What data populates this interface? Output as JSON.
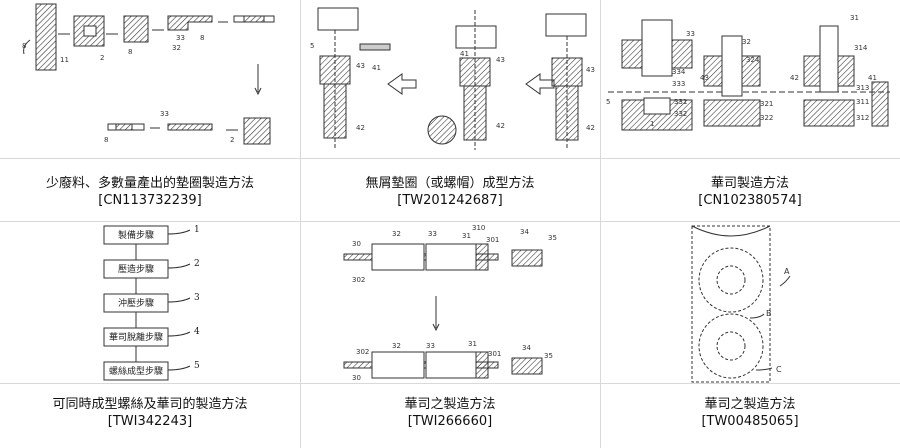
{
  "panels": [
    {
      "title": "少廢料、多數量產出的墊圈製造方法",
      "code": "[CN113732239]"
    },
    {
      "title": "無屑墊圈（或螺帽）成型方法",
      "code": "[TW201242687]"
    },
    {
      "title": "華司製造方法",
      "code": "[CN102380574]"
    },
    {
      "title": "可同時成型螺絲及華司的製造方法",
      "code": "[TWI342243]"
    },
    {
      "title": "華司之製造方法",
      "code": "[TWI266660]"
    },
    {
      "title": "華司之製造方法",
      "code": "[TW00485065]"
    }
  ],
  "flowchart": {
    "steps": [
      "製備步驟",
      "壓造步驟",
      "沖壓步驟",
      "華司脫離步驟",
      "螺絲成型步驟"
    ],
    "numbers": [
      "1",
      "2",
      "3",
      "4",
      "5"
    ]
  },
  "labels": {
    "p1": [
      "11",
      "8",
      "2",
      "8",
      "8",
      "32",
      "33",
      "33",
      "8",
      "2"
    ],
    "p2": [
      "5",
      "41",
      "43",
      "43",
      "42",
      "42",
      "41",
      "43",
      "42"
    ],
    "p3": [
      "33",
      "334",
      "32",
      "324",
      "31",
      "314",
      "333",
      "331",
      "332",
      "321",
      "322",
      "311",
      "312",
      "313",
      "41",
      "42",
      "43",
      "5",
      "1"
    ],
    "p5": [
      "30",
      "32",
      "33",
      "31",
      "310",
      "301",
      "34",
      "35",
      "302",
      "302",
      "32",
      "33",
      "31",
      "301",
      "34",
      "35",
      "30"
    ],
    "p6": [
      "A",
      "B",
      "C"
    ]
  },
  "colors": {
    "divider": "#d9d9d9",
    "text": "#111111",
    "drawing": "#333333"
  }
}
